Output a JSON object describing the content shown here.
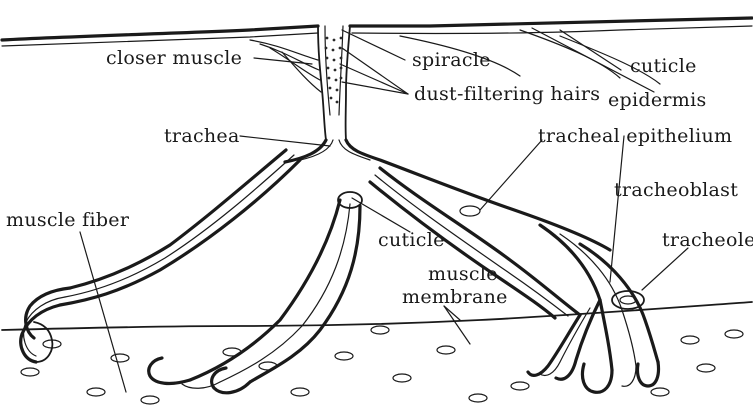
{
  "figure": {
    "labels": {
      "closer_muscle": "closer muscle",
      "spiracle": "spiracle",
      "cuticle_top": "cuticle",
      "dust_filtering_hairs": "dust-filtering hairs",
      "epidermis": "epidermis",
      "trachea": "trachea",
      "tracheal_epithelium": "tracheal epithelium",
      "tracheoblast": "tracheoblast",
      "muscle_fiber": "muscle fiber",
      "cuticle_mid": "cuticle",
      "tracheole": "tracheole",
      "muscle_membrane_line1": "muscle",
      "muscle_membrane_line2": "membrane"
    },
    "colors": {
      "ink": "#1a1a1a",
      "background": "#ffffff"
    }
  }
}
